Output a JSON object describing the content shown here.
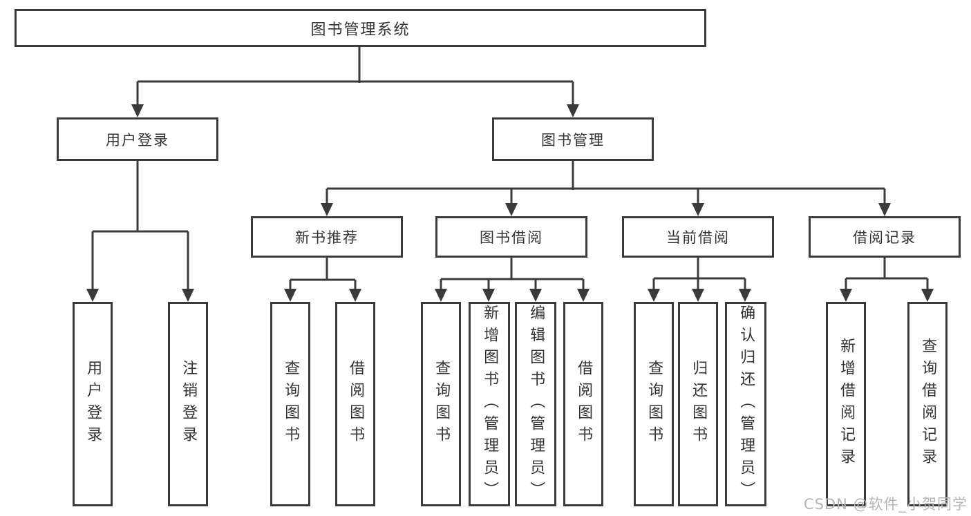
{
  "diagram": {
    "type": "hierarchy-tree",
    "colors": {
      "line": "#3a3a3a",
      "border": "#3a3a3a",
      "text": "#333333",
      "background": "#ffffff",
      "watermark": "#b5b5b5"
    }
  },
  "tree": {
    "label": "图书管理系统",
    "children": [
      {
        "label": "用户登录",
        "children": [
          {
            "label": "用户登录"
          },
          {
            "label": "注销登录"
          }
        ]
      },
      {
        "label": "图书管理",
        "children": [
          {
            "label": "新书推荐",
            "children": [
              {
                "label": "查询图书"
              },
              {
                "label": "借阅图书"
              }
            ]
          },
          {
            "label": "图书借阅",
            "children": [
              {
                "label": "查询图书"
              },
              {
                "label": "新增图书（管理员）"
              },
              {
                "label": "编辑图书（管理员）"
              },
              {
                "label": "借阅图书"
              }
            ]
          },
          {
            "label": "当前借阅",
            "children": [
              {
                "label": "查询图书"
              },
              {
                "label": "归还图书"
              },
              {
                "label": "确认归还（管理员）"
              }
            ]
          },
          {
            "label": "借阅记录",
            "children": [
              {
                "label": "新增借阅记录"
              },
              {
                "label": "查询借阅记录"
              }
            ]
          }
        ]
      }
    ]
  },
  "watermark": {
    "text": "CSDN @软件_小贺同学"
  }
}
